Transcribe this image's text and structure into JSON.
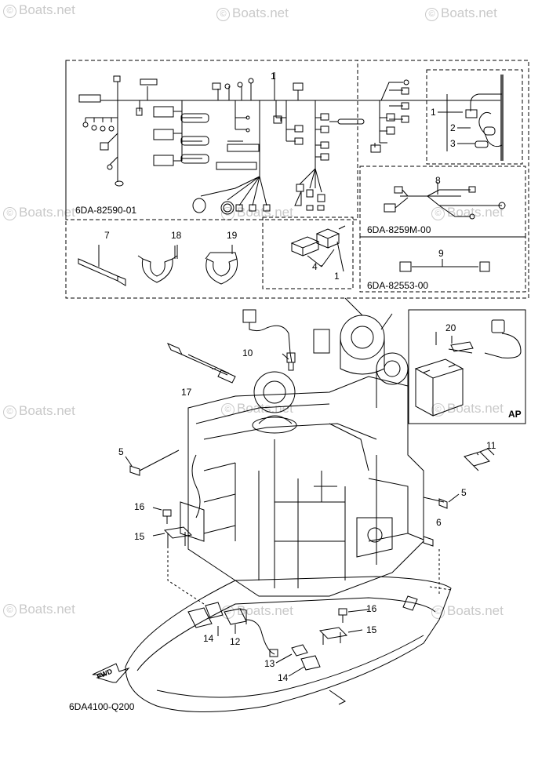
{
  "watermark": {
    "text": "Boats.net",
    "symbol": "©"
  },
  "kit_codes": {
    "harness_main": "6DA-82590-01",
    "harness_sub": "6DA-8259M-00",
    "harness_lead": "6DA-82553-00"
  },
  "footer_code": "6DA4100-Q200",
  "ap_label": "AP",
  "fwd_label": "FWD",
  "callouts": {
    "c1a": "1",
    "c1b": "1",
    "c1c": "1",
    "c2": "2",
    "c3": "3",
    "c4": "4",
    "c5a": "5",
    "c5b": "5",
    "c6": "6",
    "c7": "7",
    "c8": "8",
    "c9": "9",
    "c10": "10",
    "c11": "11",
    "c12": "12",
    "c13": "13",
    "c14a": "14",
    "c14b": "14",
    "c15a": "15",
    "c15b": "15",
    "c16a": "16",
    "c16b": "16",
    "c17": "17",
    "c18": "18",
    "c19": "19",
    "c20": "20"
  }
}
